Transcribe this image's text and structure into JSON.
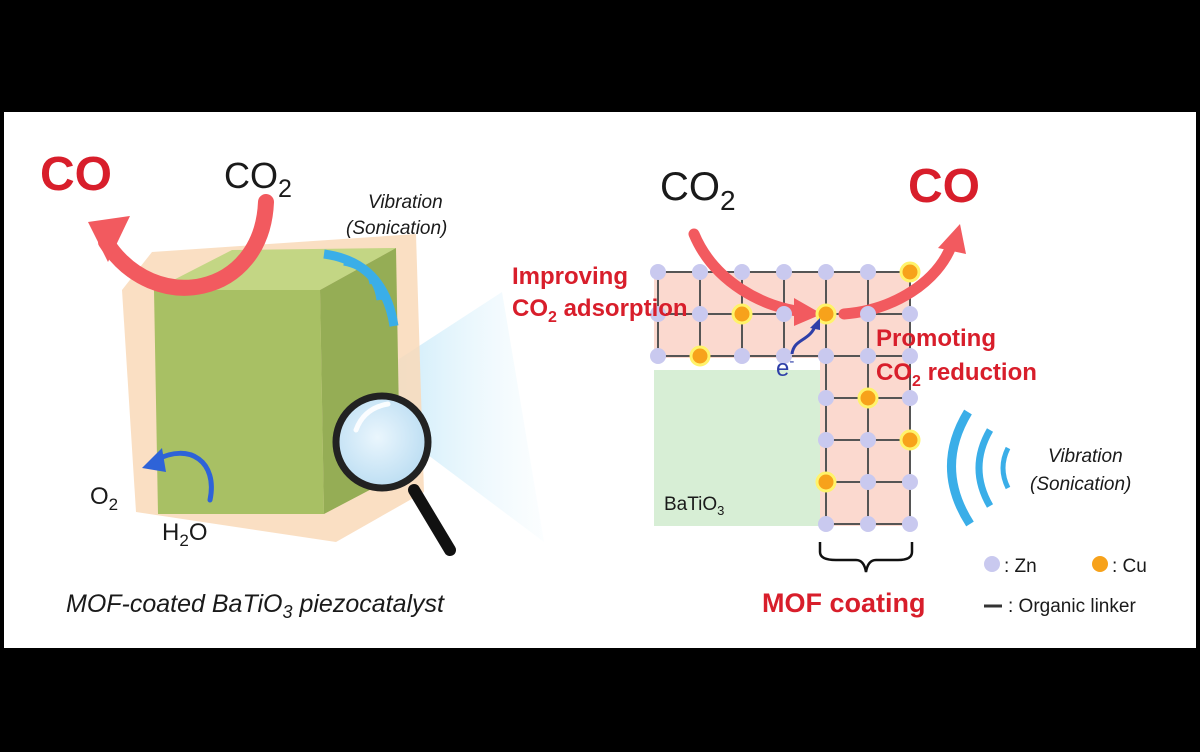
{
  "colors": {
    "accent_red": "#d81e2b",
    "arrow_red": "#f25a5f",
    "cube_green": "#a8c064",
    "shell_peach": "#f9d9b8",
    "wave_blue": "#3aaee8",
    "h2o_arrow_blue": "#2e63d8",
    "zn_node": "#c9c9ef",
    "cu_node": "#f7a21b",
    "batio3_green": "#d7eed5",
    "mof_grid_fill": "#fbd9cf"
  },
  "left": {
    "co_product": "CO",
    "co2_reactant": "CO",
    "co2_sub": "2",
    "vibration_line1": "Vibration",
    "vibration_line2": "(Sonication)",
    "o2_main": "O",
    "o2_sub": "2",
    "h2o_h": "H",
    "h2o_sub": "2",
    "h2o_o": "O",
    "caption_prefix": "MOF-coated BaTiO",
    "caption_sub": "3",
    "caption_suffix": " piezocatalyst"
  },
  "right": {
    "co2_reactant": "CO",
    "co2_sub": "2",
    "co_product": "CO",
    "improving_line1": "Improving",
    "improving_line2_a": "CO",
    "improving_line2_sub": "2",
    "improving_line2_b": " adsorption",
    "promoting_line1": "Promoting",
    "promoting_line2_a": "CO",
    "promoting_line2_sub": "2",
    "promoting_line2_b": " reduction",
    "electron": "e",
    "electron_sup": "-",
    "batio3_main": "BaTiO",
    "batio3_sub": "3",
    "vibration_line1": "Vibration",
    "vibration_line2": "(Sonication)",
    "mof_coating": "MOF coating",
    "legend": {
      "zn": ": Zn",
      "cu": ": Cu",
      "linker": ": Organic linker"
    }
  }
}
